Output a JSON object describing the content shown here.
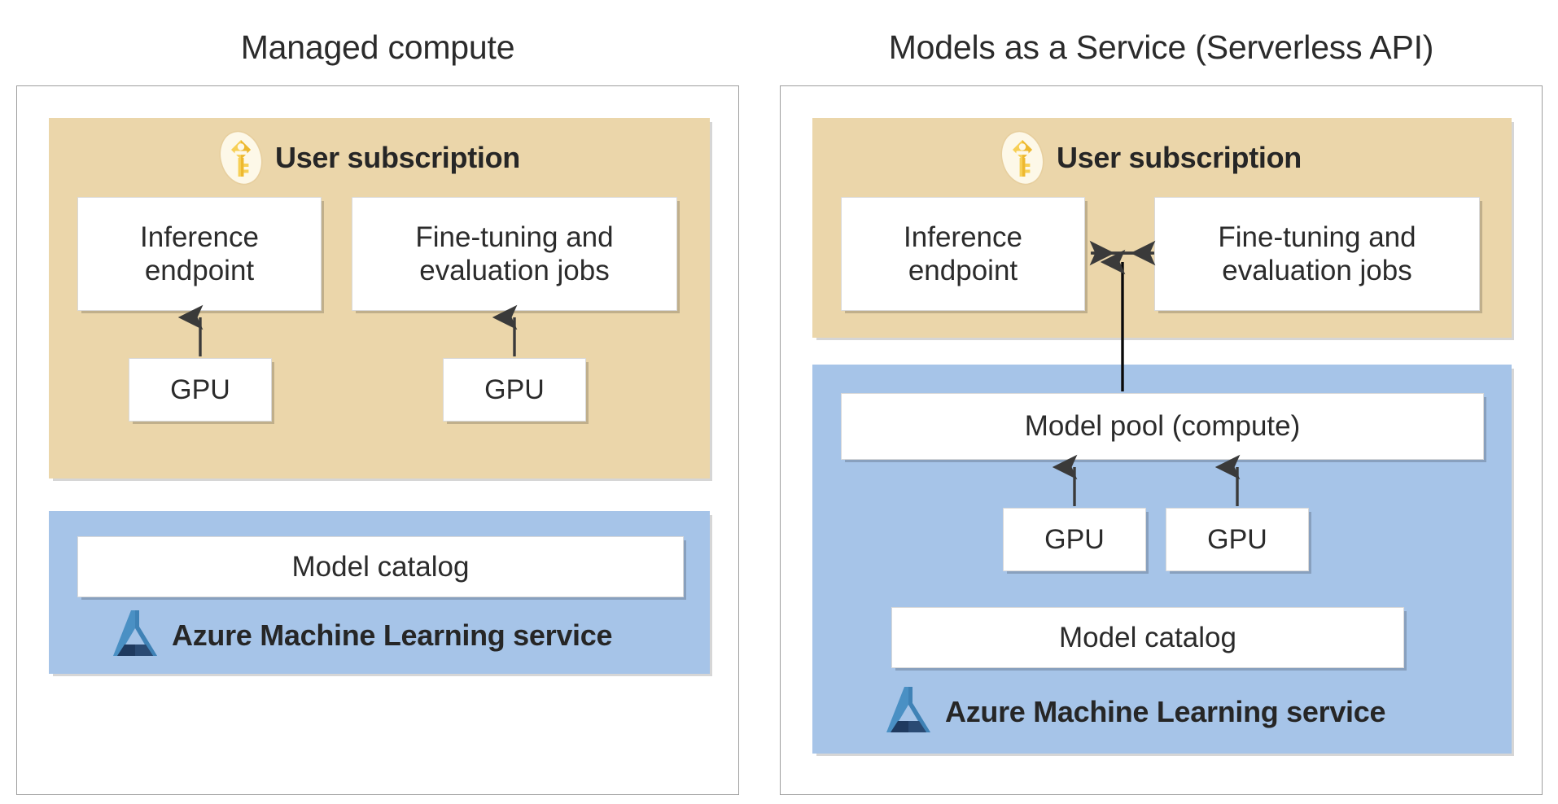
{
  "diagram": {
    "panels": [
      {
        "id": "managed-compute",
        "title": "Managed compute",
        "zones": [
          {
            "id": "user-subscription",
            "color": "#ebd6aa",
            "header": {
              "icon": "key-icon",
              "label": "User subscription"
            },
            "boxes": [
              {
                "id": "inference-endpoint",
                "label": "Inference\nendpoint"
              },
              {
                "id": "fine-tuning-jobs",
                "label": "Fine-tuning and\nevaluation jobs"
              },
              {
                "id": "gpu-1",
                "label": "GPU"
              },
              {
                "id": "gpu-2",
                "label": "GPU"
              }
            ]
          },
          {
            "id": "azure-ml-service",
            "color": "#a6c4e8",
            "header": {
              "icon": "azure-ml-flask-icon",
              "label": "Azure Machine Learning service"
            },
            "boxes": [
              {
                "id": "model-catalog",
                "label": "Model catalog"
              }
            ]
          }
        ]
      },
      {
        "id": "models-as-a-service",
        "title": "Models as a Service (Serverless API)",
        "zones": [
          {
            "id": "user-subscription-2",
            "color": "#ebd6aa",
            "header": {
              "icon": "key-icon",
              "label": "User subscription"
            },
            "boxes": [
              {
                "id": "inference-endpoint-2",
                "label": "Inference\nendpoint"
              },
              {
                "id": "fine-tuning-jobs-2",
                "label": "Fine-tuning and\nevaluation jobs"
              }
            ]
          },
          {
            "id": "azure-ml-service-2",
            "color": "#a6c4e8",
            "header": {
              "icon": "azure-ml-flask-icon",
              "label": "Azure Machine Learning service"
            },
            "boxes": [
              {
                "id": "model-pool",
                "label": "Model pool (compute)"
              },
              {
                "id": "gpu-3",
                "label": "GPU"
              },
              {
                "id": "gpu-4",
                "label": "GPU"
              },
              {
                "id": "model-catalog-2",
                "label": "Model catalog"
              }
            ]
          }
        ]
      }
    ],
    "labels": {
      "left_title": "Managed compute",
      "right_title": "Models as a Service (Serverless API)",
      "user_subscription": "User subscription",
      "azure_ml_service": "Azure Machine Learning service",
      "inference_endpoint_l1": "Inference",
      "inference_endpoint_l2": "endpoint",
      "fine_tuning_l1": "Fine-tuning and",
      "fine_tuning_l2": "evaluation jobs",
      "gpu": "GPU",
      "model_catalog": "Model catalog",
      "model_pool": "Model pool (compute)"
    },
    "colors": {
      "subscription_zone": "#ebd6aa",
      "service_zone": "#a6c4e8",
      "box_fill": "#ffffff",
      "panel_border": "#9e9e9e",
      "arrow": "#3a3a3a",
      "text": "#2b2b2b",
      "key_icon_gold": "#f3c23c",
      "key_icon_bg": "#fdf8e8",
      "azure_flask_light": "#4a90c4",
      "azure_flask_dark": "#1f3a5f"
    },
    "arrows": [
      {
        "id": "gpu1-to-inference",
        "type": "up"
      },
      {
        "id": "gpu2-to-finetuning",
        "type": "up"
      },
      {
        "id": "inference-finetuning-link",
        "type": "double-horizontal"
      },
      {
        "id": "modelpool-to-subscription",
        "type": "up-long"
      },
      {
        "id": "gpu3-to-modelpool",
        "type": "up"
      },
      {
        "id": "gpu4-to-modelpool",
        "type": "up"
      }
    ]
  }
}
